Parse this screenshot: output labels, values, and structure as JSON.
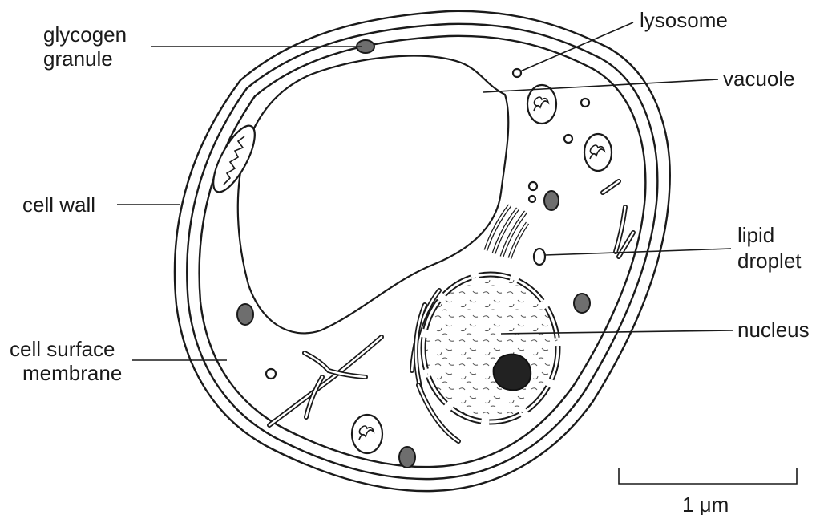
{
  "labels": {
    "glycogen_line1": "glycogen",
    "glycogen_line2": "granule",
    "lysosome": "lysosome",
    "vacuole": "vacuole",
    "cell_wall": "cell wall",
    "lipid_line1": "lipid",
    "lipid_line2": "droplet",
    "nucleus": "nucleus",
    "membrane_line1": "cell surface",
    "membrane_line2": "membrane"
  },
  "scale_bar": {
    "label": "1 μm"
  }
}
